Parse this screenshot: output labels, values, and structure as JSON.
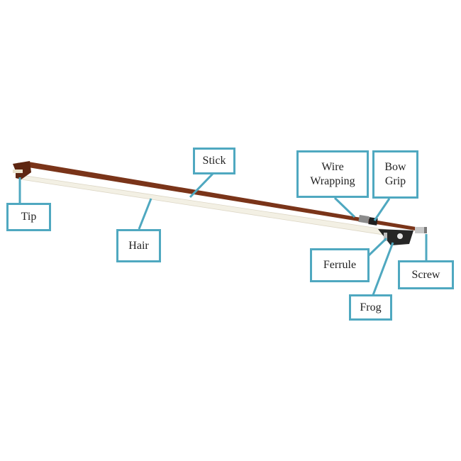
{
  "diagram": {
    "accent_color": "#4fa8c0",
    "stick_color": "#7a3419",
    "hair_color": "#f3f0e4",
    "labels": {
      "stick": "Stick",
      "tip": "Tip",
      "hair": "Hair",
      "wire_line1": "Wire",
      "wire_line2": "Wrapping",
      "bow_line1": "Bow",
      "bow_line2": "Grip",
      "ferrule": "Ferrule",
      "screw": "Screw",
      "frog": "Frog"
    }
  }
}
